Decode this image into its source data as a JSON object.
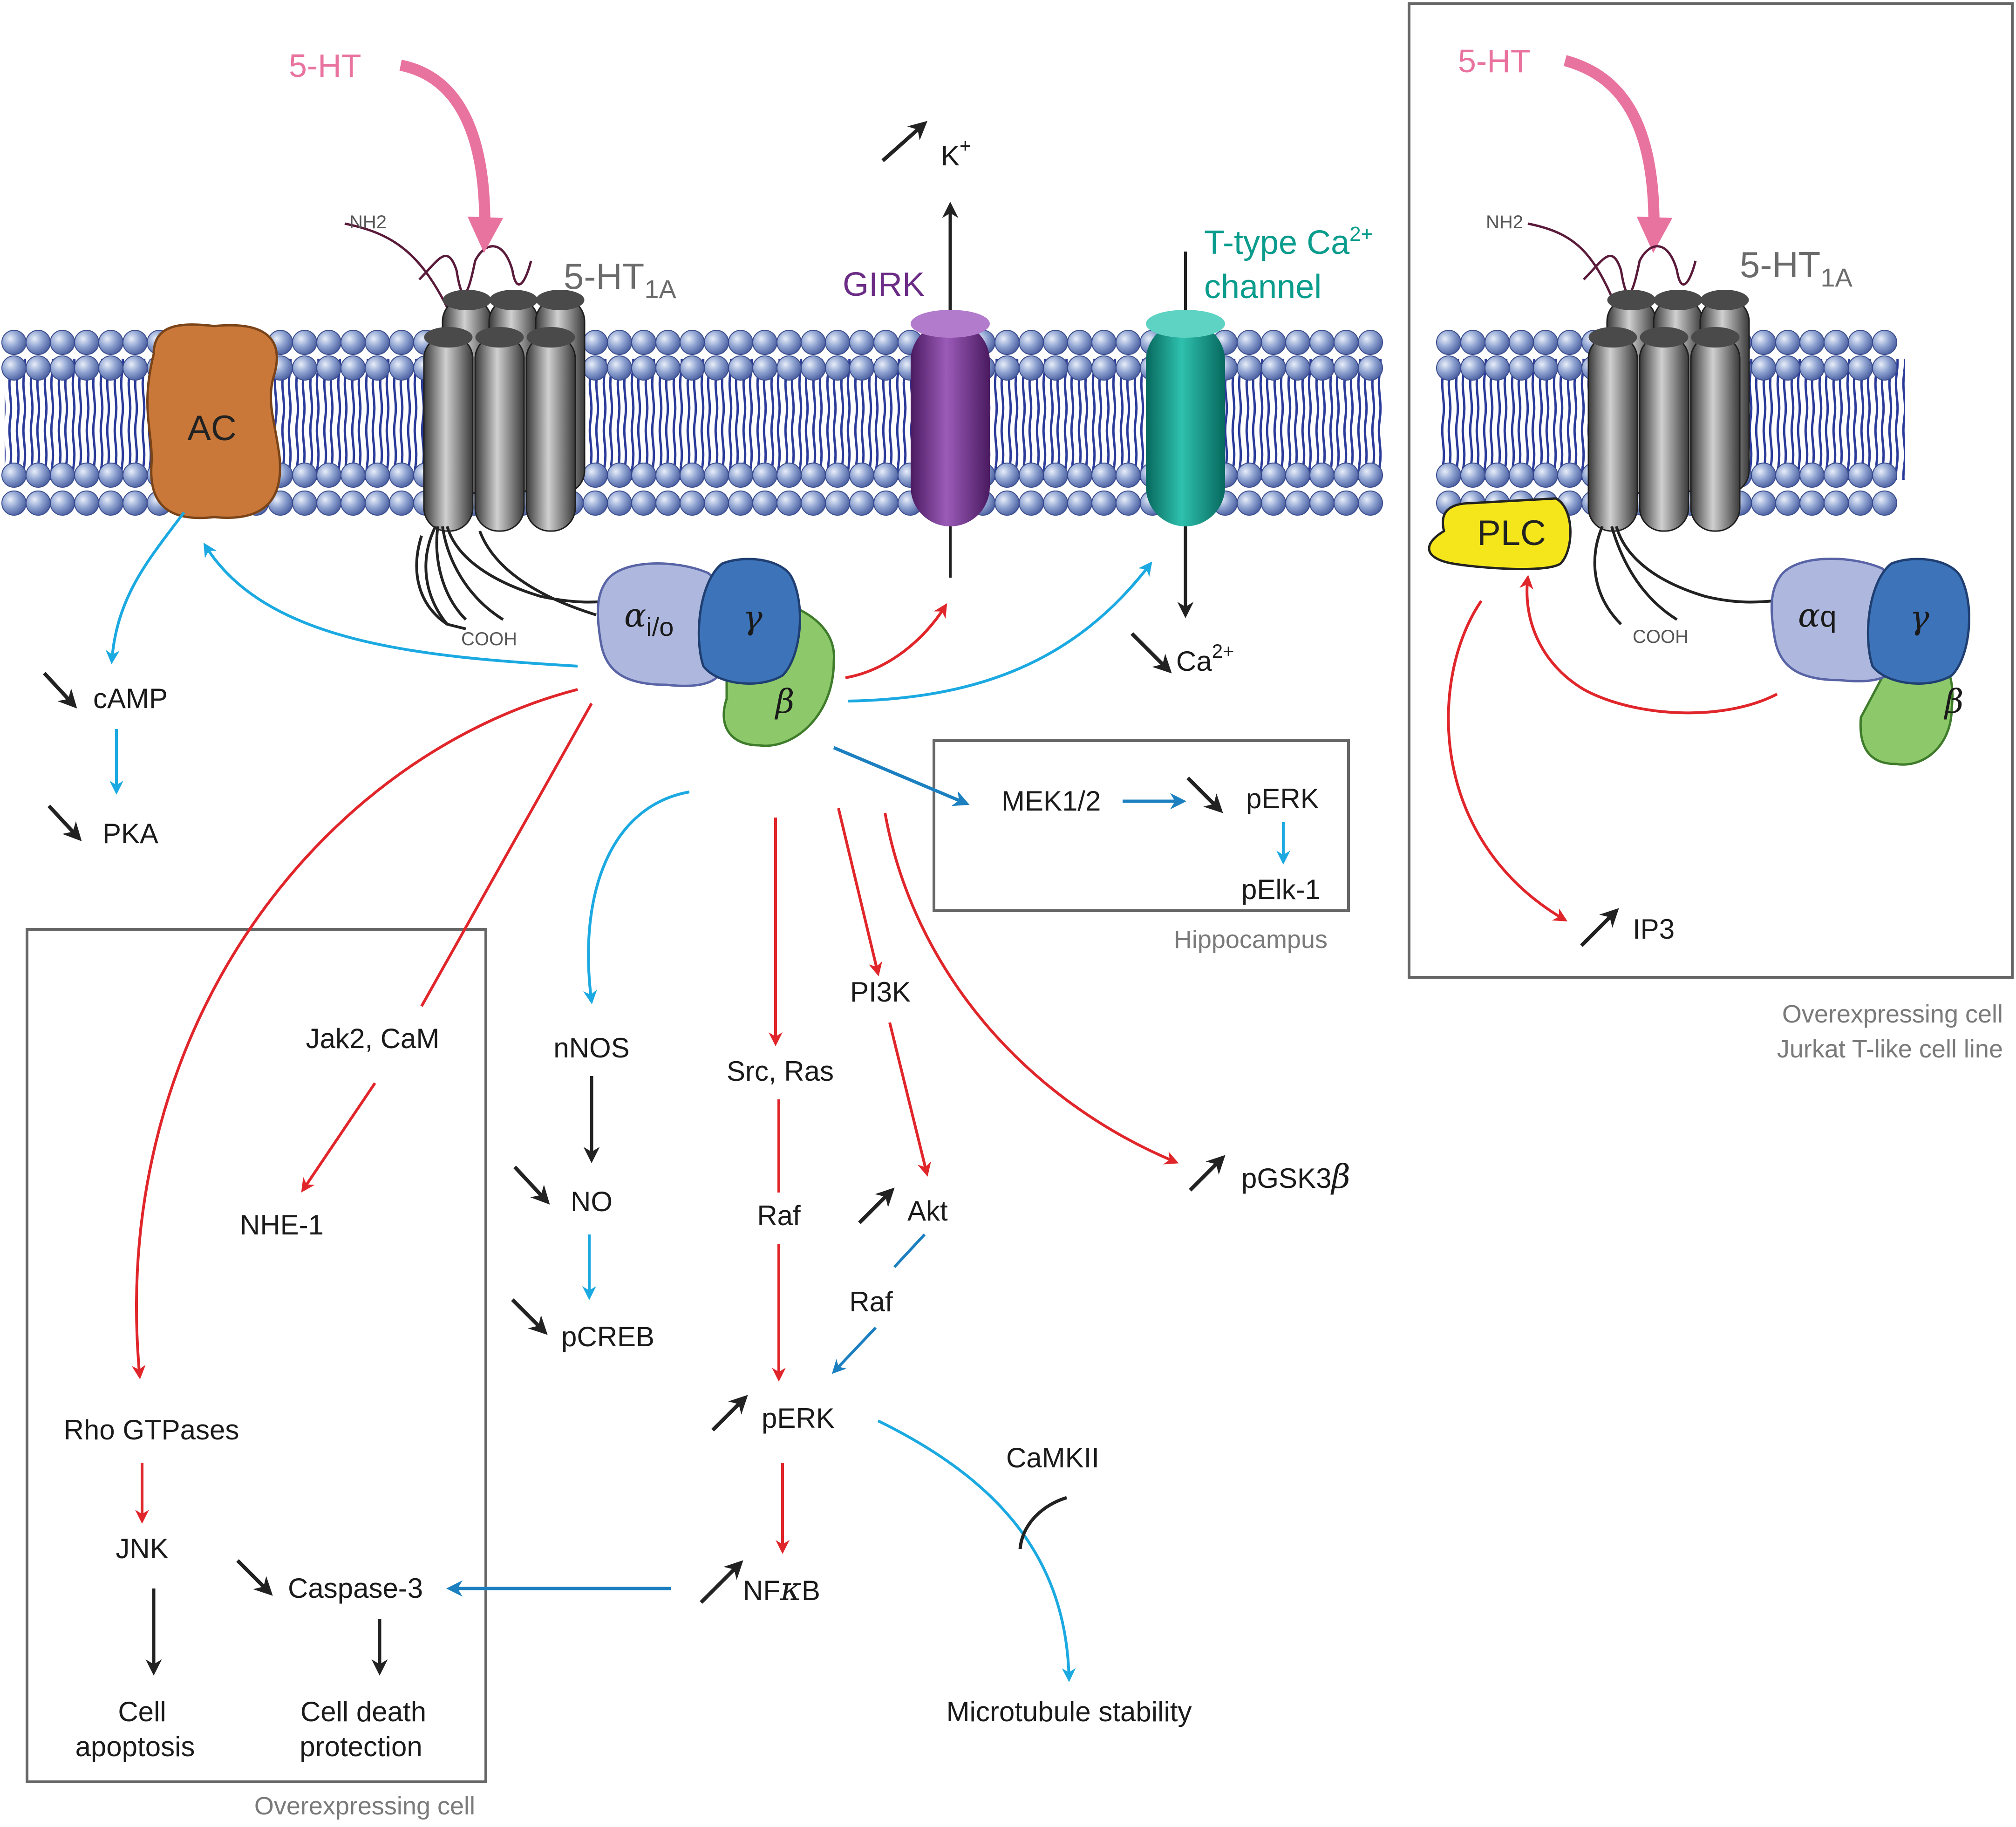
{
  "ligand_left": "5-HT",
  "ligand_right": "5-HT",
  "receptor_left": {
    "name": "5-HT",
    "sub": "1A",
    "nterm": "NH2",
    "cterm": "COOH"
  },
  "receptor_right": {
    "name": "5-HT",
    "sub": "1A",
    "nterm": "NH2",
    "cterm": "COOH"
  },
  "ac_label": "AC",
  "plc_label": "PLC",
  "girk_label": "GIRK",
  "k_ion": "K",
  "k_sup": "+",
  "ttype_line1": "T-type Ca",
  "ttype_sup": "2+",
  "ttype_line2": "channel",
  "ca_ion": "Ca",
  "ca_sup": "2+",
  "g_left": {
    "alpha": "α",
    "alpha_sub": "i/o",
    "gamma": "γ",
    "beta": "β"
  },
  "g_right": {
    "alpha": "α",
    "alpha_sub": "q",
    "gamma": "γ",
    "beta": "β"
  },
  "camp": "cAMP",
  "pka": "PKA",
  "hippo": {
    "mek": "MEK1/2",
    "perk": "pERK",
    "pelk": "pElk-1",
    "caption": "Hippocampus"
  },
  "ip3": "IP3",
  "right_caption": [
    "Overexpressing cell",
    "Jurkat T-like cell line"
  ],
  "jak2": "Jak2, CaM",
  "nhe1": "NHE-1",
  "nnos": "nNOS",
  "no": "NO",
  "pcreb": "pCREB",
  "src": "Src, Ras",
  "raf1": "Raf",
  "pi3k": "PI3K",
  "akt": "Akt",
  "raf2": "Raf",
  "pgsk": "pGSK3",
  "pgsk_beta": "β",
  "perk_main": "pERK",
  "camkii": "CaMKII",
  "nfkb_pre": "NF",
  "nfkb_kappa": "κ",
  "nfkb_post": "B",
  "microtubule": "Microtubule stability",
  "rho": "Rho GTPases",
  "jnk": "JNK",
  "caspase": "Caspase-3",
  "apoptosis": [
    "Cell",
    "apoptosis"
  ],
  "protection": [
    "Cell death",
    "protection"
  ],
  "left_caption": "Overexpressing cell",
  "colors": {
    "red": "#e0262b",
    "blue": "#1ba9e1",
    "darkblue": "#1b7fc0",
    "black": "#222222",
    "pink": "#e9739f",
    "girk": "#6b2c86",
    "teal": "#0a9c8c",
    "ac": "#c9783a",
    "plc": "#f5e61c",
    "alpha": "#aeb7dd",
    "gamma": "#3d73b9",
    "beta": "#8dc96a",
    "head": "#8fa3d1"
  }
}
